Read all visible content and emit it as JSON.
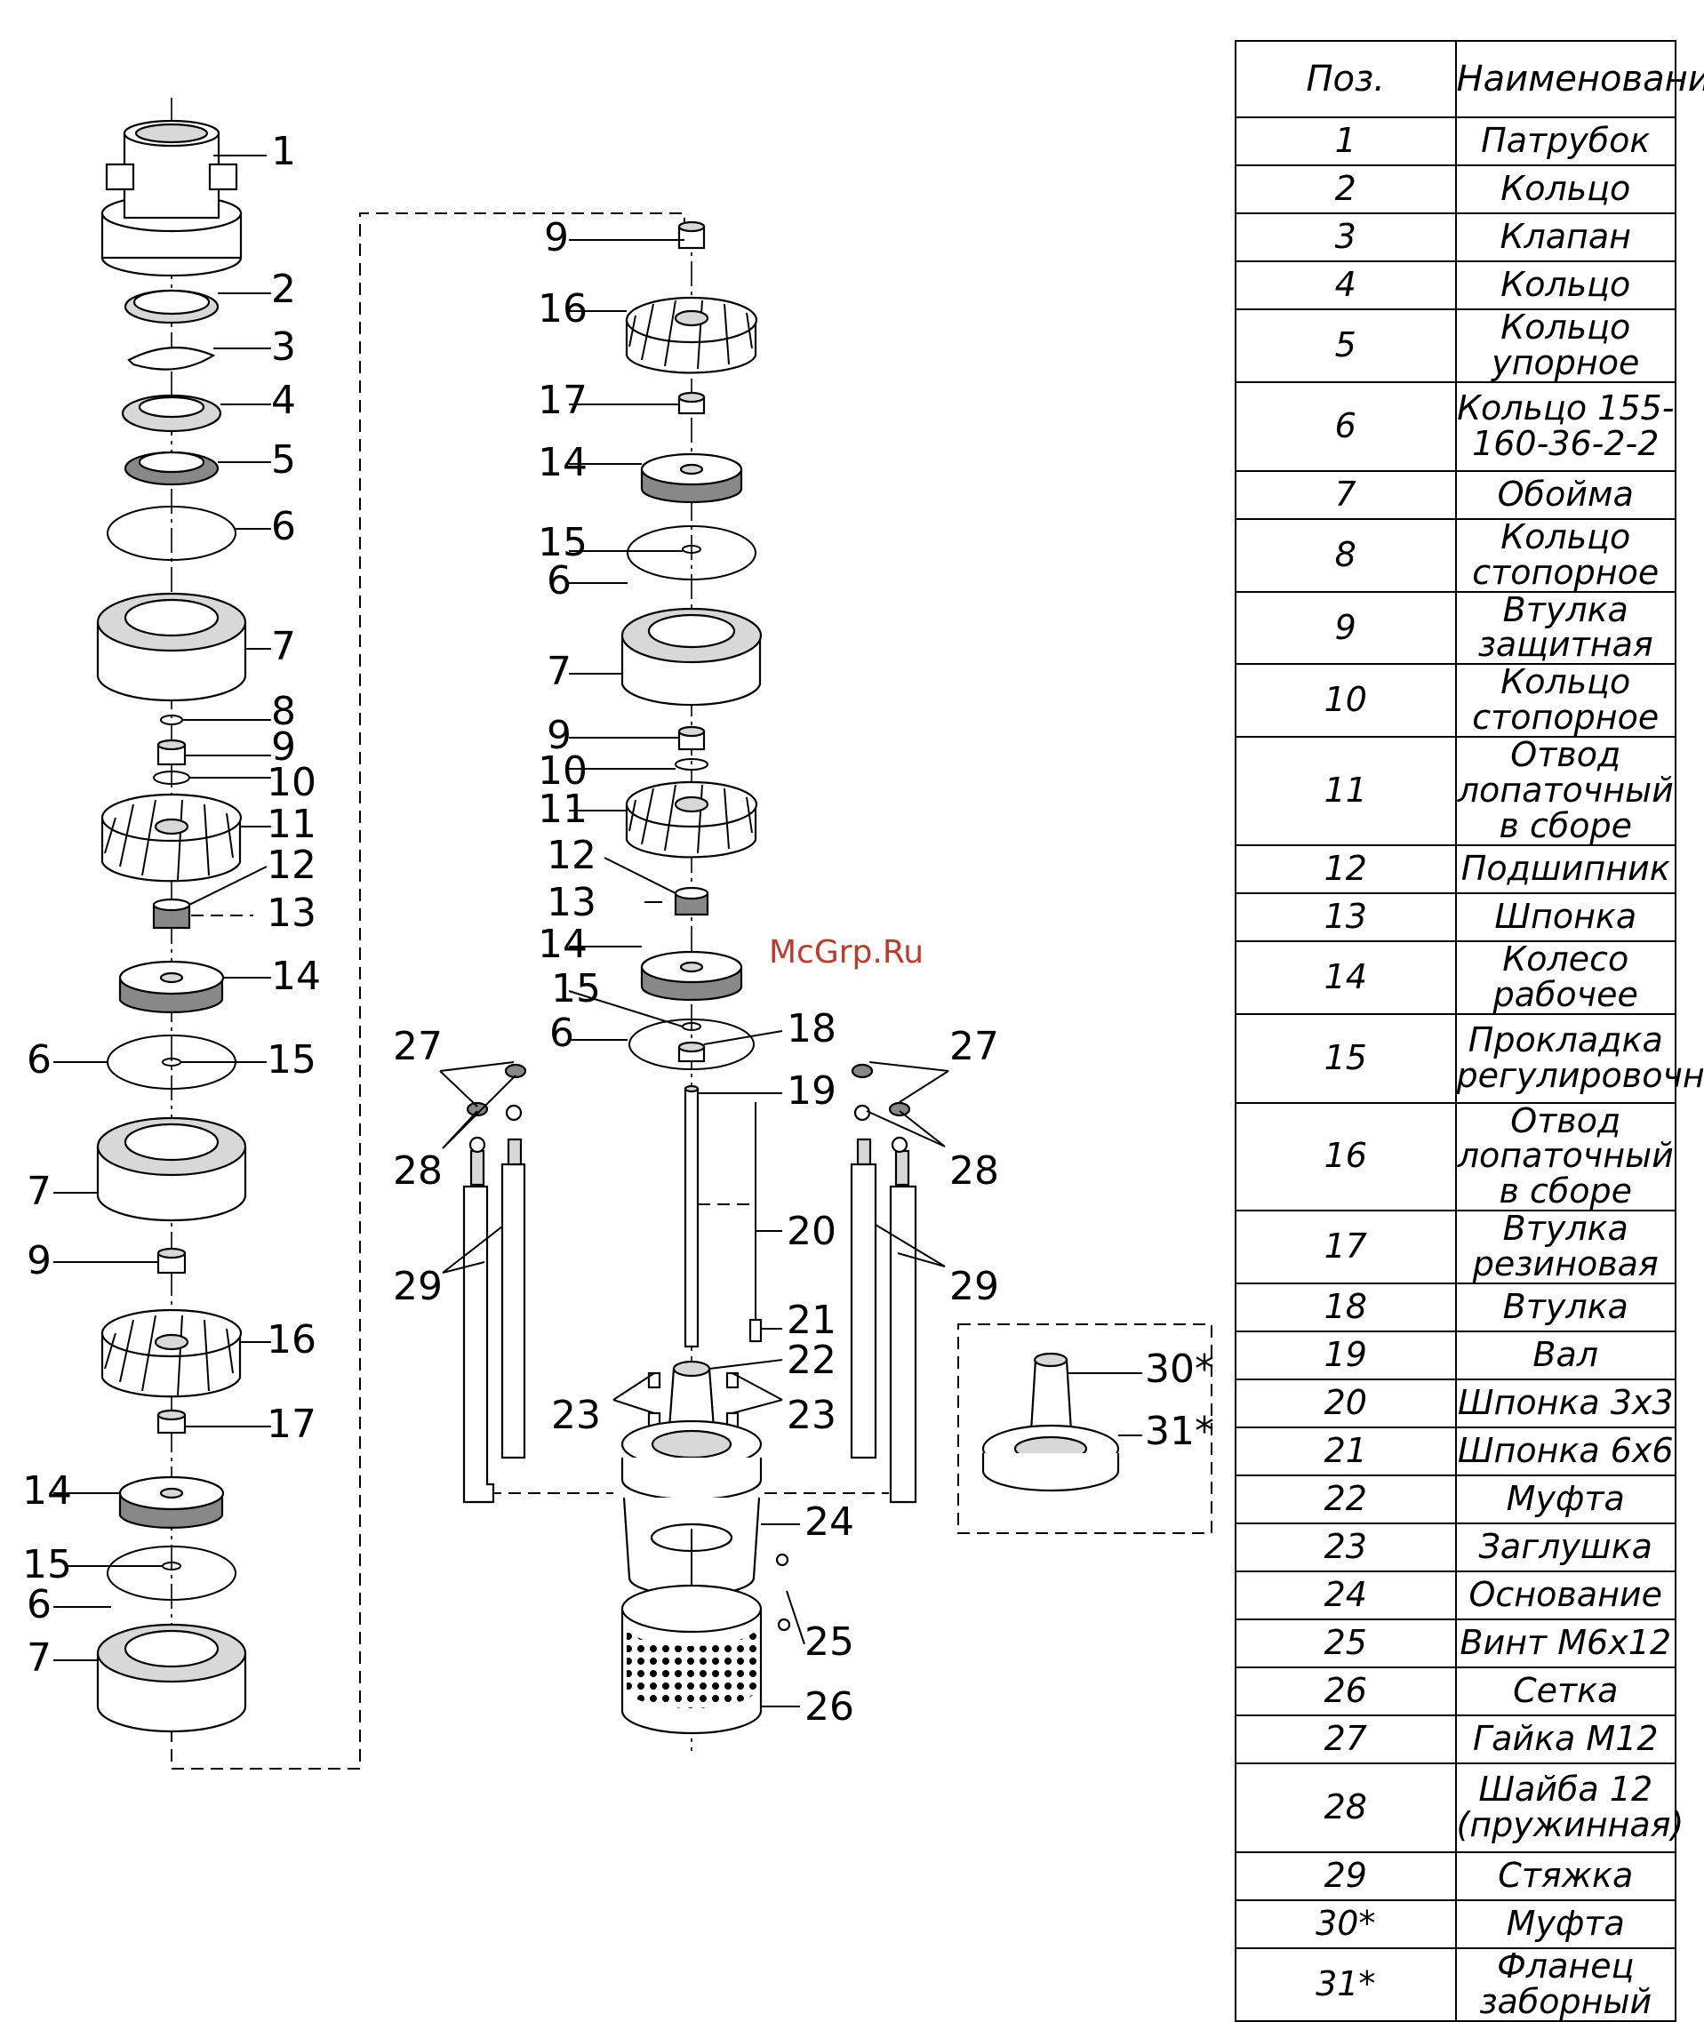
{
  "watermark": "McGrp.Ru",
  "table": {
    "header": {
      "pos": "Поз.",
      "name": "Наименование"
    },
    "rows": [
      {
        "pos": "1",
        "name": "Патрубок"
      },
      {
        "pos": "2",
        "name": "Кольцо"
      },
      {
        "pos": "3",
        "name": "Клапан"
      },
      {
        "pos": "4",
        "name": "Кольцо"
      },
      {
        "pos": "5",
        "name": "Кольцо упорное"
      },
      {
        "pos": "6",
        "name": "Кольцо 155-160-36-2-2"
      },
      {
        "pos": "7",
        "name": "Обойма"
      },
      {
        "pos": "8",
        "name": "Кольцо стопорное"
      },
      {
        "pos": "9",
        "name": "Втулка защитная"
      },
      {
        "pos": "10",
        "name": "Кольцо стопорное"
      },
      {
        "pos": "11",
        "name": "Отвод лопаточный в сборе"
      },
      {
        "pos": "12",
        "name": "Подшипник"
      },
      {
        "pos": "13",
        "name": "Шпонка"
      },
      {
        "pos": "14",
        "name": "Колесо рабочее"
      },
      {
        "pos": "15",
        "name": "Прокладка регулировочная"
      },
      {
        "pos": "16",
        "name": "Отвод лопаточный в сборе"
      },
      {
        "pos": "17",
        "name": "Втулка резиновая"
      },
      {
        "pos": "18",
        "name": "Втулка"
      },
      {
        "pos": "19",
        "name": "Вал"
      },
      {
        "pos": "20",
        "name": "Шпонка 3х3"
      },
      {
        "pos": "21",
        "name": "Шпонка 6х6"
      },
      {
        "pos": "22",
        "name": "Муфта"
      },
      {
        "pos": "23",
        "name": "Заглушка"
      },
      {
        "pos": "24",
        "name": "Основание"
      },
      {
        "pos": "25",
        "name": "Винт М6х12"
      },
      {
        "pos": "26",
        "name": "Сетка"
      },
      {
        "pos": "27",
        "name": "Гайка М12"
      },
      {
        "pos": "28",
        "name": "Шайба 12 (пружинная)"
      },
      {
        "pos": "29",
        "name": "Стяжка"
      },
      {
        "pos": "30*",
        "name": "Муфта"
      },
      {
        "pos": "31*",
        "name": "Фланец заборный"
      }
    ]
  },
  "callouts": {
    "c1": "1",
    "c2": "2",
    "c3": "3",
    "c4": "4",
    "c5": "5",
    "c6": "6",
    "c7": "7",
    "c8": "8",
    "c9": "9",
    "c10": "10",
    "c11": "11",
    "c12": "12",
    "c13": "13",
    "c14": "14",
    "c15": "15",
    "c16": "16",
    "c17": "17",
    "c18": "18",
    "c19": "19",
    "c20": "20",
    "c21": "21",
    "c22": "22",
    "c23": "23",
    "c24": "24",
    "c25": "25",
    "c26": "26",
    "c27": "27",
    "c28": "28",
    "c29": "29",
    "c30": "30*",
    "c31": "31*"
  }
}
